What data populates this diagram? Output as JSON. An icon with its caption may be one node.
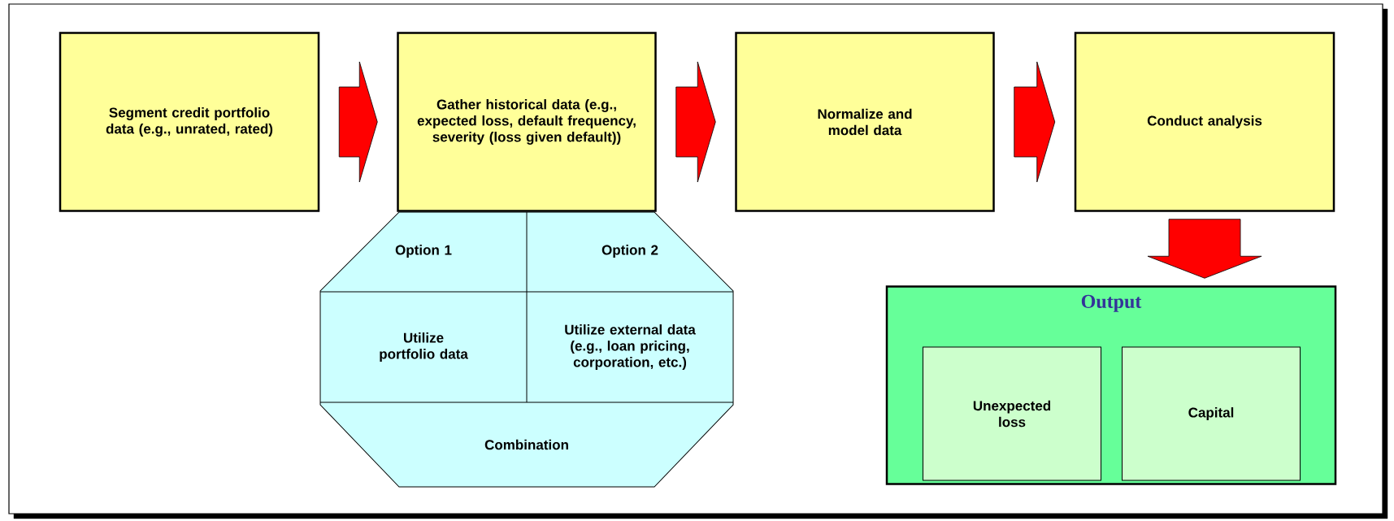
{
  "diagram": {
    "nodes": [
      {
        "text": [
          "Segment credit portfolio data (e.g., unrated, rated)"
        ]
      },
      {
        "text": [
          "Gather historical data (e.g., expected loss, default frequency, severity (loss given default))"
        ]
      },
      {
        "text": [
          "Normalize and model data"
        ]
      },
      {
        "text": [
          "Conduct analysis"
        ]
      },
      {
        "text": [],
        "shape": "octagon"
      },
      {
        "text": [
          "Option 1"
        ],
        "in": 4
      },
      {
        "text": [
          "Option 2"
        ],
        "in": 4
      },
      {
        "text": [
          "Utilize portfolio data"
        ],
        "in": 4
      },
      {
        "text": [
          "Utilize external data (e.g., loan pricing, corporation, etc.)"
        ],
        "in": 4
      },
      {
        "text": [
          "Combination"
        ],
        "in": 4
      },
      {
        "text": [
          "Output"
        ]
      },
      {
        "text": [
          "Unexpected loss"
        ],
        "in": 10
      },
      {
        "text": [
          "Capital"
        ],
        "in": 10
      }
    ],
    "edges": [
      {
        "from": 0,
        "to": 1,
        "arrow": "to"
      },
      {
        "from": 1,
        "to": 2,
        "arrow": "to"
      },
      {
        "from": 2,
        "to": 3,
        "arrow": "to"
      },
      {
        "from": 3,
        "to": 10,
        "arrow": "to"
      }
    ]
  }
}
